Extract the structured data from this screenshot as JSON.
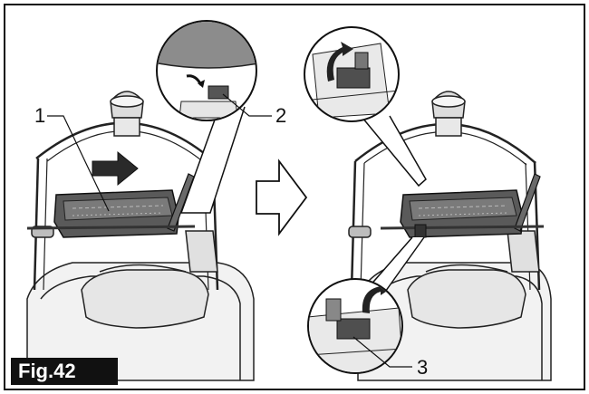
{
  "figure": {
    "label": "Fig.42",
    "callouts": [
      "1",
      "2",
      "3"
    ]
  },
  "colors": {
    "frame": "#111111",
    "light_gray": "#d9d9d9",
    "mid_gray": "#8c8c8c",
    "dark_gray": "#4a4a4a",
    "arrow_fill": "#ffffff"
  },
  "icons": {
    "push_direction": "right-arrow-icon",
    "transition": "hollow-right-arrow-icon",
    "lever_rotation": "curved-arrow-icon"
  }
}
